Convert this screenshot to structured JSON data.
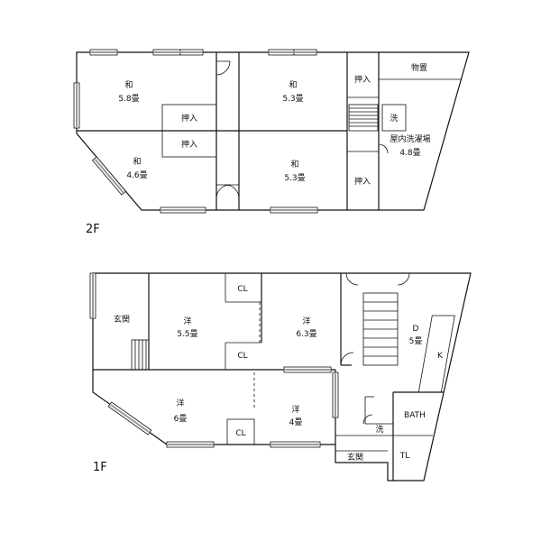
{
  "floor_2f": {
    "label": "2F",
    "room_nw": {
      "type": "和",
      "size": "5.8畳"
    },
    "room_sw": {
      "type": "和",
      "size": "4.6畳"
    },
    "room_ne": {
      "type": "和",
      "size": "5.3畳"
    },
    "room_se": {
      "type": "和",
      "size": "5.3畳"
    },
    "closet_1": "押入",
    "closet_2": "押入",
    "closet_3": "押入",
    "closet_4": "押入",
    "storage": "物置",
    "washer": "洗",
    "laundry": {
      "name": "屋内洗濯場",
      "size": "4.8畳"
    }
  },
  "floor_1f": {
    "label": "1F",
    "entrance_main": "玄関",
    "room_a": {
      "type": "洋",
      "size": "5.5畳"
    },
    "room_b": {
      "type": "洋",
      "size": "6.3畳"
    },
    "room_c": {
      "type": "洋",
      "size": "6畳"
    },
    "room_d": {
      "type": "洋",
      "size": "4畳"
    },
    "cl_1": "CL",
    "cl_2": "CL",
    "cl_3": "CL",
    "dining": {
      "type": "D",
      "size": "5畳"
    },
    "kitchen": "K",
    "bath": "BATH",
    "washer": "洗",
    "toilet": "TL",
    "entrance_back": "玄関"
  }
}
